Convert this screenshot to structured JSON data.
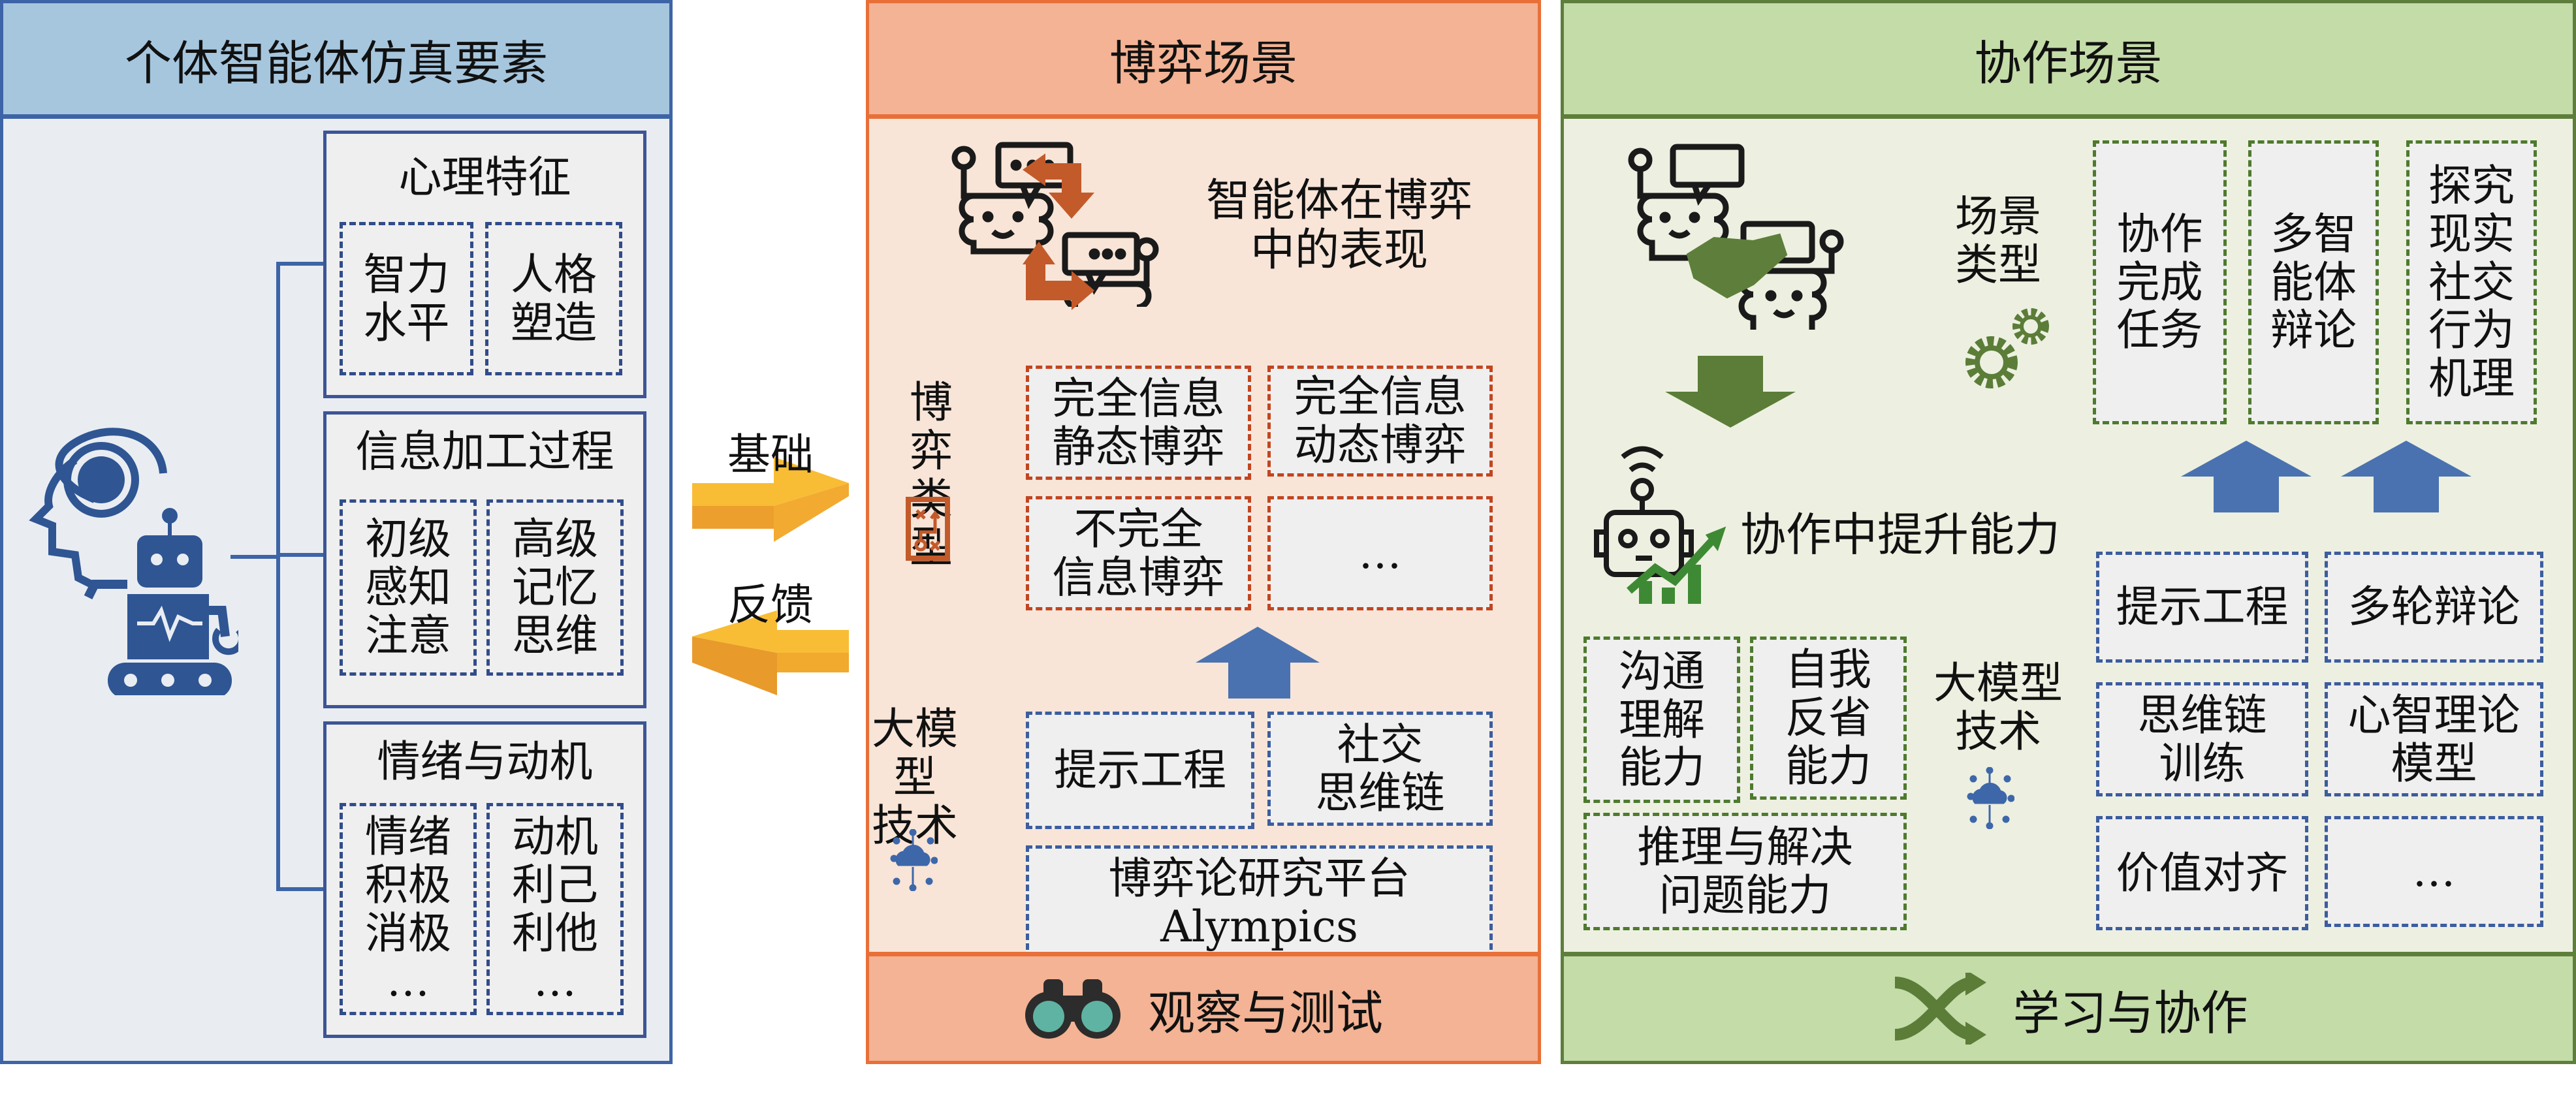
{
  "left_panel": {
    "title": "个体智能体仿真要素",
    "groups": [
      {
        "title": "心理特征",
        "items": [
          "智力\n水平",
          "人格\n塑造"
        ]
      },
      {
        "title": "信息加工过程",
        "items": [
          "初级\n感知\n注意",
          "高级\n记忆\n思维"
        ]
      },
      {
        "title": "情绪与动机",
        "items": [
          "情绪\n积极\n消极\n…",
          "动机\n利己\n利他\n…"
        ]
      }
    ],
    "icon": "robot-brain-icon"
  },
  "connectors": {
    "forward_label": "基础",
    "backward_label": "反馈",
    "colors": {
      "arrow": "#f6b42c"
    }
  },
  "middle_panel": {
    "title": "博弈场景",
    "performance_label": "智能体在博弈\n中的表现",
    "game_types_label": "博弈\n类型",
    "game_types": [
      "完全信息\n静态博弈",
      "完全信息\n动态博弈",
      "不完全\n信息博弈",
      "…"
    ],
    "llm_tech_label": "大模型\n技术",
    "llm_tech": [
      "提示工程",
      "社交\n思维链"
    ],
    "platform": "博弈论研究平台\nAlympics",
    "footer": "观察与测试",
    "icons": [
      "robots-chat-icon",
      "swap-arrows-icon",
      "strategy-board-icon",
      "cloud-network-icon",
      "binoculars-icon"
    ]
  },
  "right_panel": {
    "title": "协作场景",
    "scene_types_label": "场景\n类型",
    "scene_types": [
      "协作\n完成\n任务",
      "多智\n能体\n辩论",
      "探究\n现实\n社交\n行为\n机理"
    ],
    "ability_label": "协作中提升能力",
    "abilities": [
      "沟通\n理解\n能力",
      "自我\n反省\n能力",
      "推理与解决\n问题能力"
    ],
    "llm_tech_label": "大模型\n技术",
    "llm_tech": [
      "提示工程",
      "多轮辩论",
      "思维链\n训练",
      "心智理论\n模型",
      "价值对齐",
      "…"
    ],
    "footer": "学习与协作",
    "icons": [
      "robots-handshake-icon",
      "gears-icon",
      "down-arrow-icon",
      "robot-growth-icon",
      "cloud-network-icon",
      "shuffle-icon"
    ]
  },
  "colors": {
    "blue": "#3d64a6",
    "orange": "#e87038",
    "green": "#5d7f3b",
    "up_arrow": "#4a72b0"
  }
}
